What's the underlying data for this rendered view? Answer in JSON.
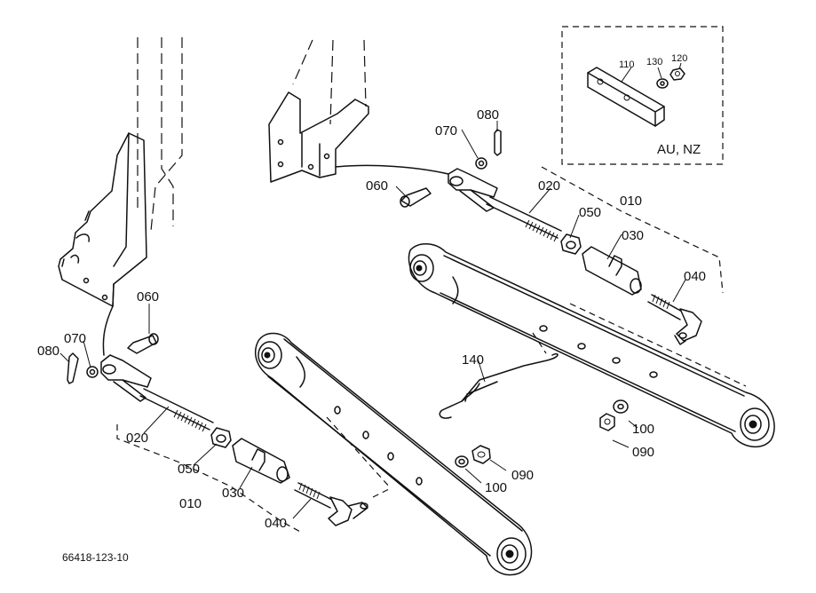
{
  "drawing": {
    "reference_number": "66418-123-10",
    "inset": {
      "variant_label": "AU, NZ",
      "callouts": [
        "110",
        "130",
        "120"
      ]
    },
    "right_assembly": {
      "callouts": [
        "080",
        "070",
        "060",
        "020",
        "010",
        "050",
        "030",
        "040"
      ]
    },
    "left_assembly": {
      "callouts": [
        "060",
        "070",
        "080",
        "020",
        "050",
        "030",
        "010",
        "040"
      ]
    },
    "middle_parts": {
      "callouts": [
        "140",
        "100",
        "090",
        "100",
        "090"
      ]
    }
  }
}
